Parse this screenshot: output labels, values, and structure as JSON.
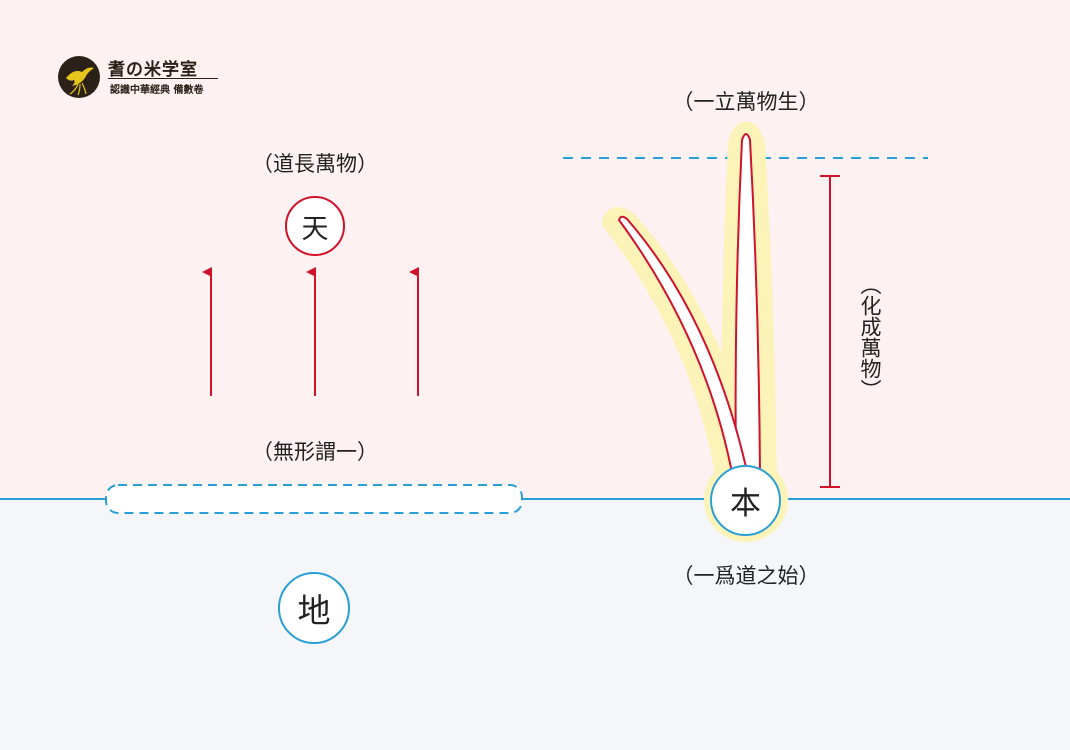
{
  "logo": {
    "title": "耆の米学室",
    "subtitle": "認識中華經典 備數卷",
    "icon": "phoenix-bird-icon"
  },
  "left": {
    "top_label": "（道長萬物）",
    "sky_char": "天",
    "middle_label": "（無形謂一）",
    "earth_char": "地",
    "arrow_color": "#d0122b",
    "arrow_count": 3
  },
  "right": {
    "top_label": "（一立萬物生）",
    "side_label": "（化成萬物）",
    "root_char": "本",
    "bottom_label": "（一爲道之始）"
  },
  "colors": {
    "sky_bg": "#fdf2f1",
    "ground_bg": "#f5f6f9",
    "horizon": "#2a9fd6",
    "red": "#d0122b",
    "glow": "#fbf3b8"
  }
}
